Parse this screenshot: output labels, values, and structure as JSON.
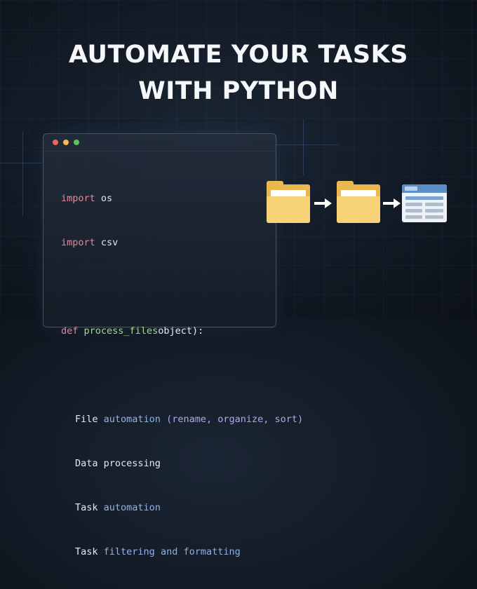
{
  "headline": {
    "line1": "AUTOMATE YOUR TASKS",
    "line2": "WITH PYTHON"
  },
  "code_window": {
    "lines": {
      "import1_kw": "import",
      "import1_mod": "os",
      "import2_kw": "import",
      "import2_mod": "csv",
      "def_kw": "def",
      "def_fn": "process_files",
      "def_arg": "object):",
      "item1_a": "File",
      "item1_b": "automation",
      "item1_c": "(rename, organize, sort)",
      "item2": "Data processing",
      "item3_a": "Task",
      "item3_b": "automation",
      "item4_a": "Task",
      "item4_b": "filtering",
      "item4_c": "and formatting"
    },
    "colors": {
      "keyword": "#e8889a",
      "function": "#a6d78f",
      "accent": "#93b2ec"
    }
  },
  "flow_icons": [
    "folder-icon",
    "arrow-right-icon",
    "folder-icon",
    "arrow-right-icon",
    "spreadsheet-icon"
  ],
  "colors": {
    "folder_back": "#e9b84e",
    "folder_front": "#f7d277",
    "sheet_header": "#5a8ec4"
  }
}
